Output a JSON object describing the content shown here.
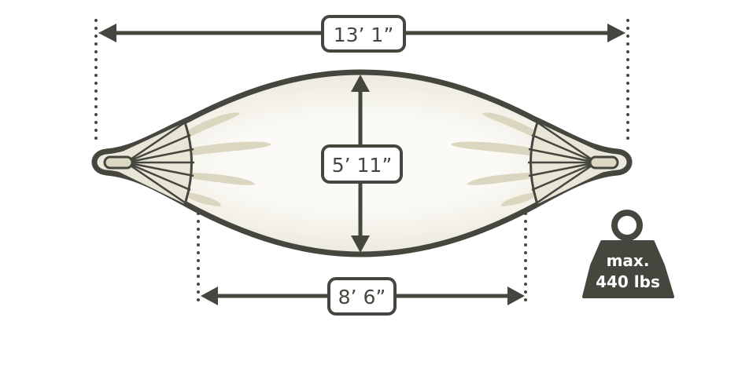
{
  "dimensions": {
    "total_length": "13’ 1”",
    "width": "5’ 11”",
    "bed_length": "8’ 6”"
  },
  "weight": {
    "line1": "max.",
    "line2": "440 lbs"
  },
  "colors": {
    "outline": "#45473f",
    "fabric": "#f4f3ec",
    "shade": "#d8d3bb"
  }
}
